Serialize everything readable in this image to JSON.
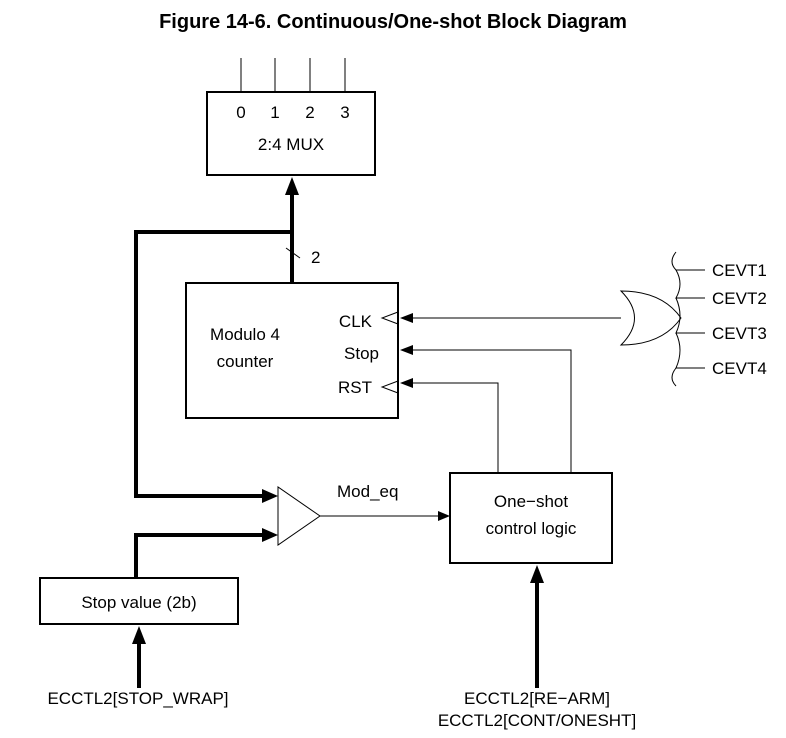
{
  "title": "Figure 14-6.  Continuous/One-shot Block Diagram",
  "mux": {
    "label": "2:4 MUX",
    "inputs": [
      "0",
      "1",
      "2",
      "3"
    ]
  },
  "bus_width": "2",
  "counter": {
    "line1": "Modulo 4",
    "line2": "counter",
    "port_clk": "CLK",
    "port_stop": "Stop",
    "port_rst": "RST"
  },
  "events": [
    "CEVT1",
    "CEVT2",
    "CEVT3",
    "CEVT4"
  ],
  "comparator_output": "Mod_eq",
  "oneshot": {
    "line1": "One−shot",
    "line2": "control logic"
  },
  "stop_value": "Stop value (2b)",
  "inputs": {
    "stop_wrap": "ECCTL2[STOP_WRAP]",
    "rearm": "ECCTL2[RE−ARM]",
    "cont_onesht": "ECCTL2[CONT/ONESHT]"
  }
}
